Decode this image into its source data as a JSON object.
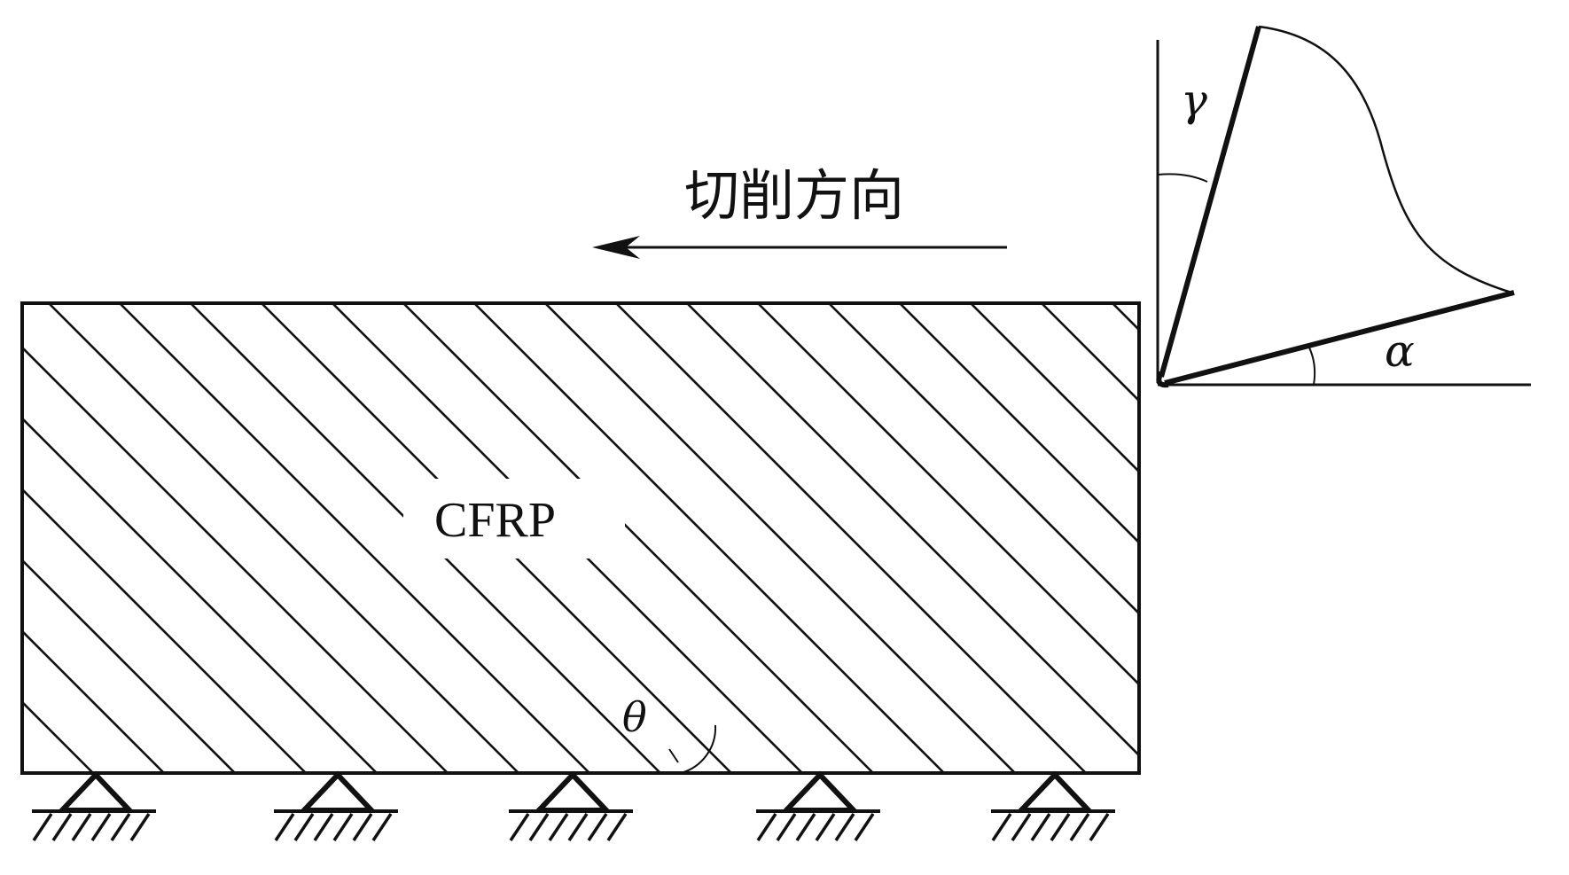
{
  "diagram": {
    "cutting_direction_label": "切削方向",
    "material_label": "CFRP",
    "fiber_angle_symbol": "θ",
    "rake_angle_symbol": "γ",
    "clearance_angle_symbol": "α",
    "support_count": 5
  },
  "colors": {
    "ink": "#111111",
    "background": "#ffffff"
  }
}
